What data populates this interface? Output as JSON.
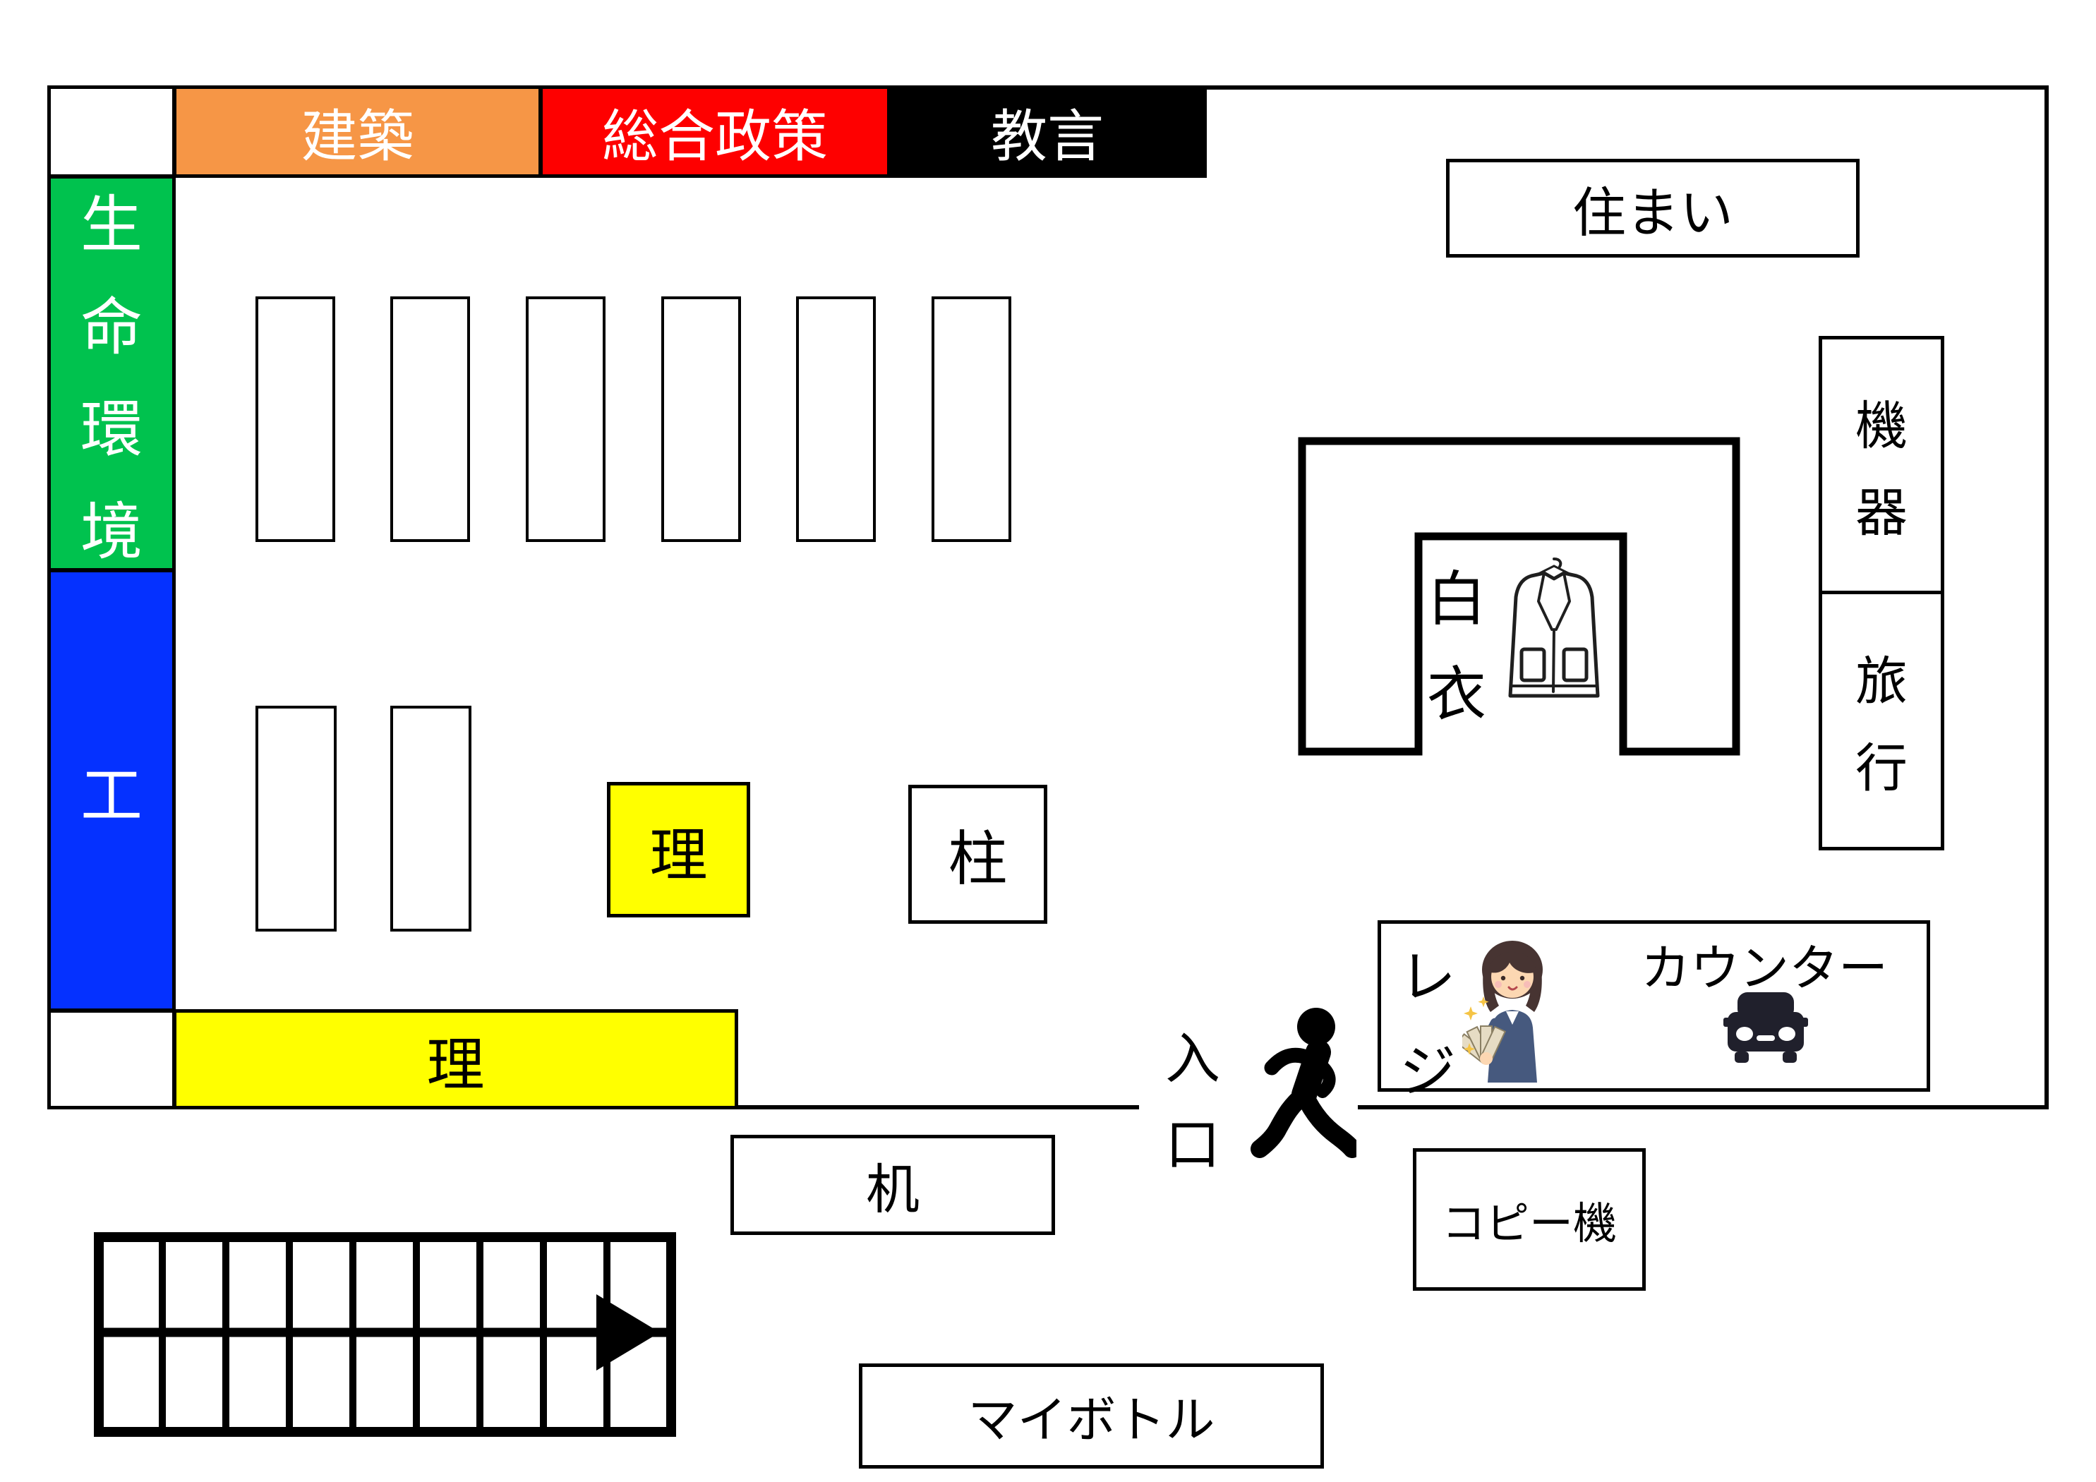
{
  "colors": {
    "architecture_orange": "#F69646",
    "policy_red": "#FE0000",
    "kyogen_black": "#000000",
    "life_env_green": "#00C24E",
    "engineering_blue": "#0531FF",
    "science_yellow": "#FFFF00",
    "line_black": "#000000",
    "suit_navy": "#46597E",
    "skin": "#FCD7B2",
    "hair_brown": "#473432",
    "money_beige": "#E6DCC4",
    "sparkle_gold": "#F5C445",
    "car_dark": "#20202C"
  },
  "shop": {
    "top_sections": [
      {
        "label": "建築"
      },
      {
        "label": "総合政策"
      },
      {
        "label": "教言"
      }
    ],
    "left_sections": [
      {
        "label": "生命環境"
      },
      {
        "label": "工"
      }
    ],
    "bottom_bar": {
      "label": "理"
    },
    "science_box": {
      "label": "理"
    },
    "pillar_box": {
      "label": "柱"
    },
    "hakui_area": {
      "label": "白衣",
      "icon": "lab-coat"
    },
    "sumai_box": {
      "label": "住まい"
    },
    "right_boxes": [
      {
        "label": "機器"
      },
      {
        "label": "旅行"
      }
    ],
    "counter": {
      "register_label": "レジ",
      "counter_label": "カウンター",
      "icons": [
        "cashier",
        "car"
      ]
    },
    "entrance": {
      "label": "入口",
      "icon": "walking-person"
    },
    "copier_box": {
      "label": "コピー機"
    },
    "desk_box": {
      "label": "机"
    },
    "bottle_box": {
      "label": "マイボトル"
    },
    "stairs": {
      "rows": 2,
      "columns": 9,
      "icon": "arrow-right"
    }
  }
}
